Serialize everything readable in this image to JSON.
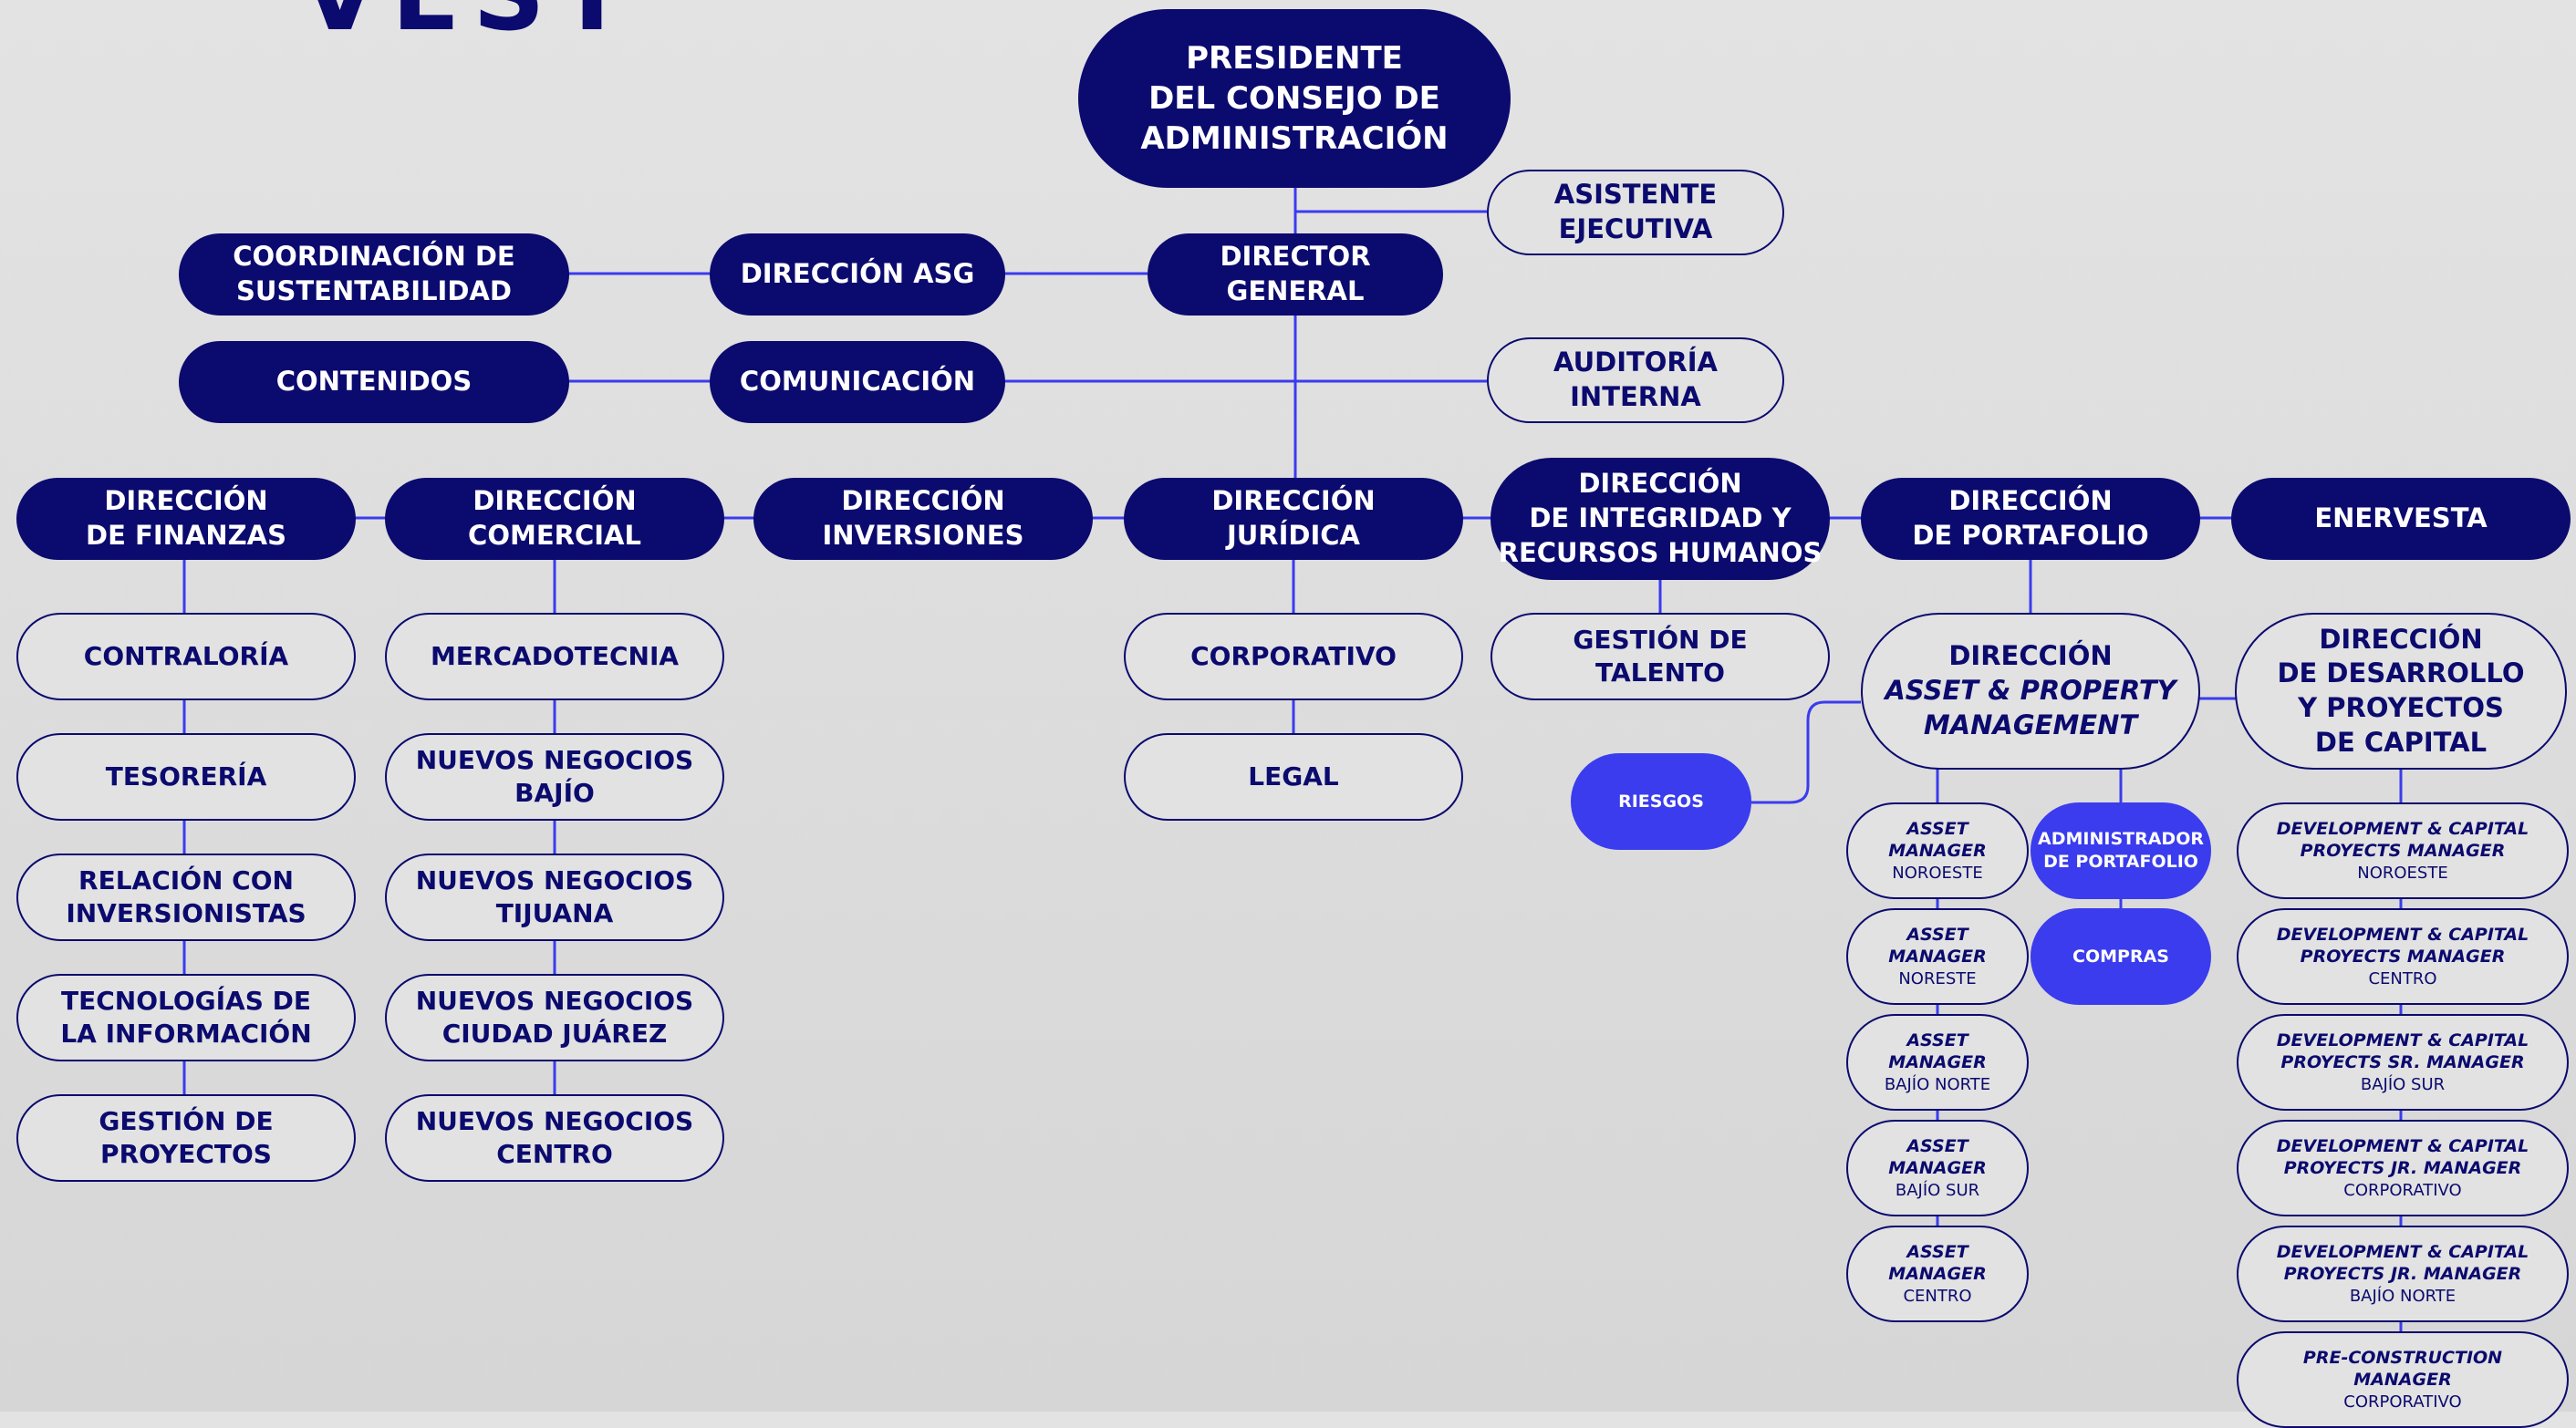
{
  "logo": {
    "text": "VEST"
  },
  "colors": {
    "dark": "#0b0a6e",
    "accent": "#3a3cee",
    "line": "#3a3cee",
    "background": "#dcdcdc"
  },
  "org": {
    "presidente": "PRESIDENTE\nDEL CONSEJO DE\nADMINISTRACIÓN",
    "asistente": "ASISTENTE\nEJECUTIVA",
    "director_general": "DIRECTOR\nGENERAL",
    "direccion_asg": "DIRECCIÓN ASG",
    "coord_sustentabilidad": "COORDINACIÓN DE\nSUSTENTABILIDAD",
    "contenidos": "CONTENIDOS",
    "comunicacion": "COMUNICACIÓN",
    "auditoria": "AUDITORÍA\nINTERNA",
    "finanzas": {
      "title": "DIRECCIÓN\nDE FINANZAS",
      "items": [
        "CONTRALORÍA",
        "TESORERÍA",
        "RELACIÓN CON\nINVERSIONISTAS",
        "TECNOLOGÍAS DE\nLA INFORMACIÓN",
        "GESTIÓN DE\nPROYECTOS"
      ]
    },
    "comercial": {
      "title": "DIRECCIÓN\nCOMERCIAL",
      "items": [
        "MERCADOTECNIA",
        "NUEVOS NEGOCIOS\nBAJÍO",
        "NUEVOS NEGOCIOS\nTIJUANA",
        "NUEVOS NEGOCIOS\nCIUDAD JUÁREZ",
        "NUEVOS NEGOCIOS\nCENTRO"
      ]
    },
    "inversiones": {
      "title": "DIRECCIÓN\nINVERSIONES"
    },
    "juridica": {
      "title": "DIRECCIÓN\nJURÍDICA",
      "items": [
        "CORPORATIVO",
        "LEGAL"
      ]
    },
    "integridad": {
      "title": "DIRECCIÓN\nDE INTEGRIDAD Y\nRECURSOS HUMANOS",
      "items": [
        "GESTIÓN DE\nTALENTO"
      ]
    },
    "portafolio": {
      "title": "DIRECCIÓN\nDE PORTAFOLIO",
      "asset_mgmt_line1": "DIRECCIÓN",
      "asset_mgmt_line2": "ASSET & PROPERTY\nMANAGEMENT",
      "riesgos": "RIESGOS",
      "administrador": "ADMINISTRADOR\nDE PORTAFOLIO",
      "compras": "COMPRAS",
      "asset_managers": [
        {
          "role": "ASSET\nMANAGER",
          "region": "NOROESTE"
        },
        {
          "role": "ASSET\nMANAGER",
          "region": "NORESTE"
        },
        {
          "role": "ASSET\nMANAGER",
          "region": "BAJÍO NORTE"
        },
        {
          "role": "ASSET\nMANAGER",
          "region": "BAJÍO SUR"
        },
        {
          "role": "ASSET\nMANAGER",
          "region": "CENTRO"
        }
      ]
    },
    "enervesta": {
      "title": "ENERVESTA",
      "desarrollo": "DIRECCIÓN\nDE DESARROLLO\nY PROYECTOS\nDE CAPITAL",
      "managers": [
        {
          "role": "DEVELOPMENT & CAPITAL\nPROYECTS MANAGER",
          "region": "NOROESTE"
        },
        {
          "role": "DEVELOPMENT & CAPITAL\nPROYECTS MANAGER",
          "region": "CENTRO"
        },
        {
          "role": "DEVELOPMENT & CAPITAL\nPROYECTS SR. MANAGER",
          "region": "BAJÍO SUR"
        },
        {
          "role": "DEVELOPMENT & CAPITAL\nPROYECTS JR. MANAGER",
          "region": "CORPORATIVO"
        },
        {
          "role": "DEVELOPMENT & CAPITAL\nPROYECTS JR. MANAGER",
          "region": "BAJÍO NORTE"
        },
        {
          "role": "PRE-CONSTRUCTION\nMANAGER",
          "region": "CORPORATIVO"
        }
      ]
    }
  }
}
